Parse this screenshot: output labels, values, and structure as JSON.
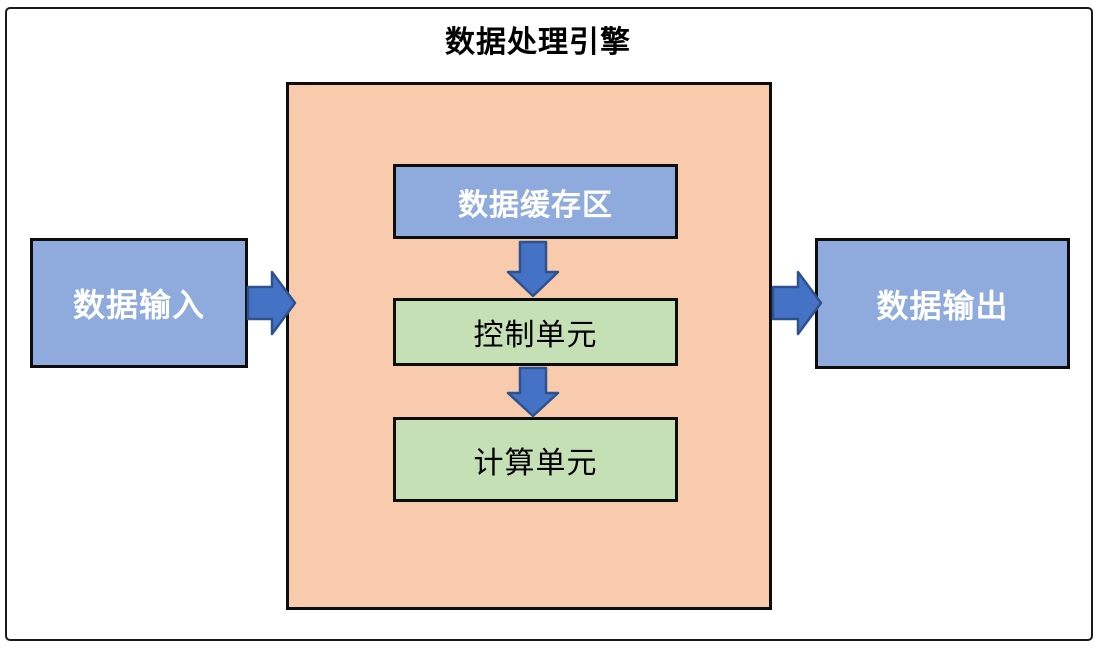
{
  "diagram": {
    "title": "数据处理引擎",
    "container": {
      "label": "数据处理引擎",
      "role": "engine-container"
    },
    "nodes": {
      "input": {
        "label": "数据输入",
        "shape": "rect",
        "fill": "#8FAADC",
        "text_color": "#FFFFFF"
      },
      "output": {
        "label": "数据输出",
        "shape": "rect",
        "fill": "#8FAADC",
        "text_color": "#FFFFFF"
      },
      "buffer": {
        "label": "数据缓存区",
        "shape": "rect",
        "fill": "#8FAADC",
        "text_color": "#FFFFFF"
      },
      "control": {
        "label": "控制单元",
        "shape": "rect",
        "fill": "#C5E0B4",
        "text_color": "#000000"
      },
      "compute": {
        "label": "计算单元",
        "shape": "rect",
        "fill": "#C5E0B4",
        "text_color": "#000000"
      }
    },
    "edges": [
      {
        "from": "数据输入",
        "to": "数据处理引擎",
        "direction": "right"
      },
      {
        "from": "数据缓存区",
        "to": "控制单元",
        "direction": "down"
      },
      {
        "from": "控制单元",
        "to": "计算单元",
        "direction": "down"
      },
      {
        "from": "数据处理引擎",
        "to": "数据输出",
        "direction": "right"
      }
    ]
  },
  "colors": {
    "canvas_bg": "#FFFFFF",
    "frame_border": "#1A1A1A",
    "container_orange": "#F8CBAD",
    "node_blue": "#8FAADC",
    "node_green": "#C5E0B4",
    "node_border": "#0D0D0D",
    "arrow_fill": "#4472C4",
    "arrow_stroke": "#2F528F",
    "text_light": "#FFFFFF",
    "text_dark": "#000000"
  }
}
